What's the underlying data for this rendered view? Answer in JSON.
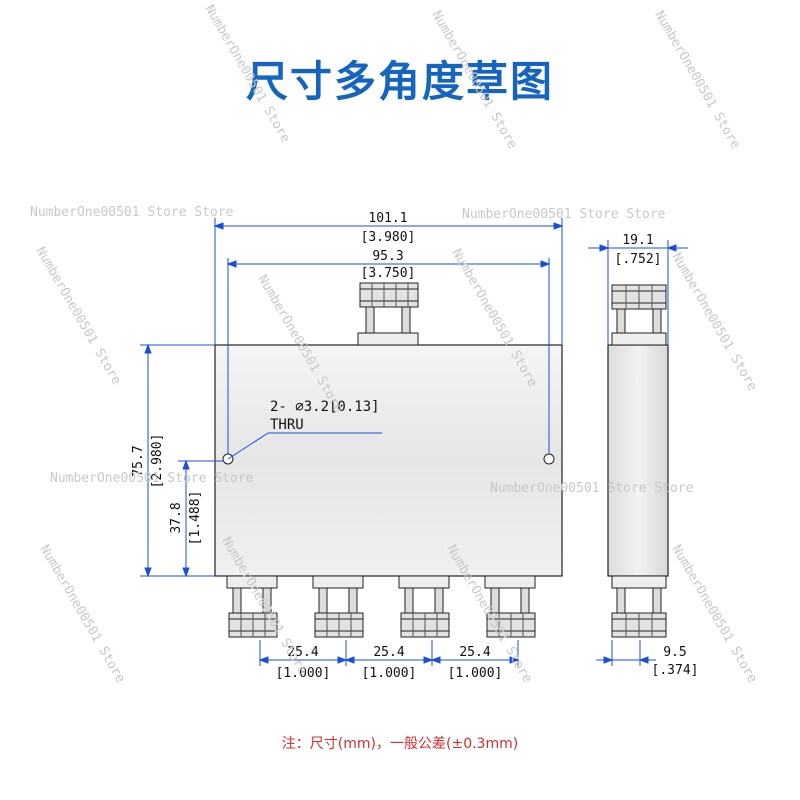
{
  "title": "尺寸多角度草图",
  "watermark": "NumberOne00501 Store",
  "watermark_store": "NumberOne00501 Store Store",
  "dims": {
    "overall_width": "101.1",
    "overall_width_in": "[3.980]",
    "hole_spacing": "95.3",
    "hole_spacing_in": "[3.750]",
    "hole_spec": "2- ⌀3.2[0.13]",
    "hole_thru": "THRU",
    "height": "75.7",
    "height_in": "[2.980]",
    "half_height": "37.8",
    "half_height_in": "[1.488]",
    "pitch_1": "25.4",
    "pitch_1_in": "[1.000]",
    "pitch_2": "25.4",
    "pitch_2_in": "[1.000]",
    "pitch_3": "25.4",
    "pitch_3_in": "[1.000]",
    "depth": "19.1",
    "depth_in": "[.752]",
    "side_conn": "9.5",
    "side_conn_in": "[.374]"
  },
  "note": "注：尺寸(mm)，一般公差(±0.3mm)",
  "colors": {
    "title": "#1565c0",
    "dimension_line": "#1a4fd6",
    "note": "#d32f2f",
    "body_fill": "#e9e9e9"
  }
}
